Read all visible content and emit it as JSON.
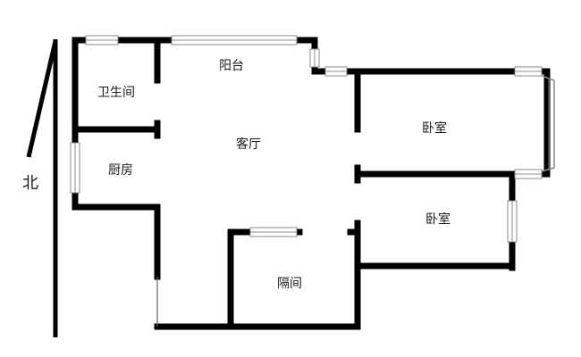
{
  "rooms": {
    "bathroom": "卫生间",
    "balcony": "阳台",
    "kitchen": "厨房",
    "living_room": "客厅",
    "bedroom_north": "卧室",
    "bedroom_south": "卧室",
    "partition_room": "隔间"
  },
  "compass": {
    "north_label": "北"
  },
  "colors": {
    "wall": "#000000",
    "window": "#8a8a8a",
    "background": "#ffffff"
  }
}
